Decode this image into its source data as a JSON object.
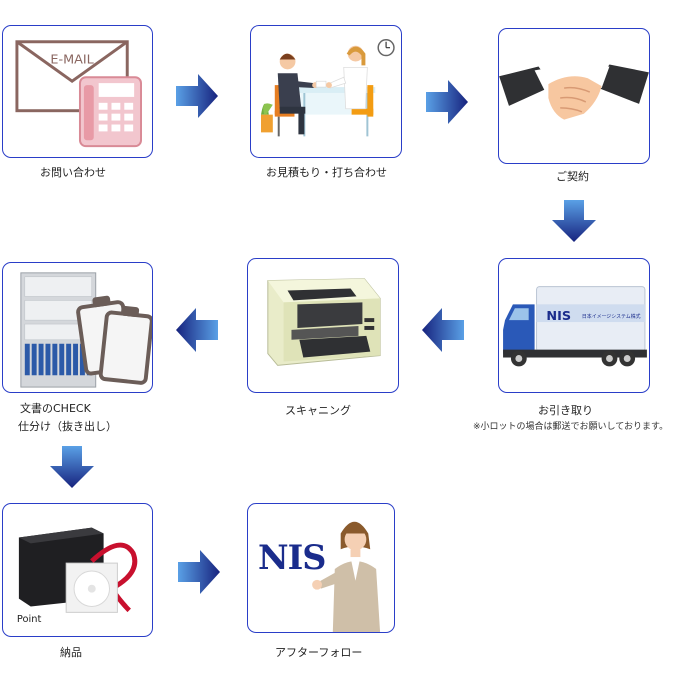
{
  "steps": [
    {
      "label": "お問い合わせ"
    },
    {
      "label": "お見積もり・打ち合わせ"
    },
    {
      "label": "ご契約"
    },
    {
      "label": "お引き取り",
      "note": "※小ロットの場合は郵送でお願いしております。"
    },
    {
      "label": "スキャニング"
    },
    {
      "label_line1": "文書のCHECK",
      "label_line2": "仕分け（抜き出し）"
    },
    {
      "label": "納品"
    },
    {
      "label": "アフターフォロー"
    }
  ],
  "images": {
    "email_text": "E-MAIL",
    "truck_logo": "NIS",
    "truck_sub": "日本イメージシステム株式",
    "product_text": "Point",
    "logo_text": "NIS"
  },
  "colors": {
    "border": "#2a3ec8",
    "arrow_dark": "#1a2c8c",
    "arrow_light": "#4f90dc"
  }
}
